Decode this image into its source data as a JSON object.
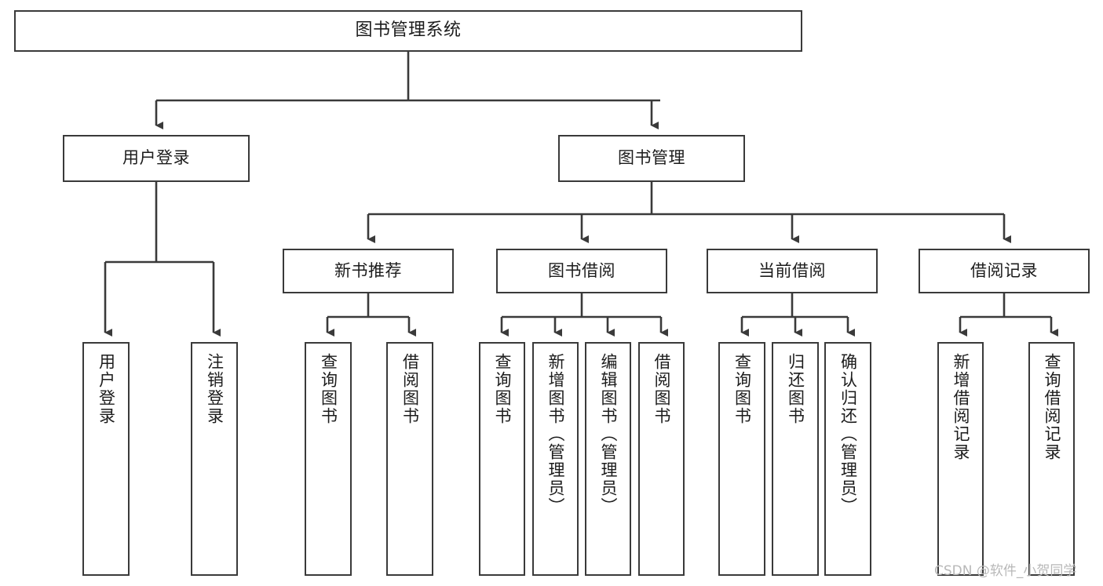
{
  "diagram": {
    "title": "图书管理系统",
    "type": "hierarchy-tree",
    "background_color": "#ffffff",
    "node_border_color": "#3a3a3a",
    "node_fill_color": "#ffffff",
    "edge_color": "#3a3a3a",
    "nodes": {
      "root": {
        "label": "图书管理系统"
      },
      "level2": [
        {
          "id": "user-login",
          "label": "用户登录"
        },
        {
          "id": "book-manage",
          "label": "图书管理"
        }
      ],
      "level3": [
        {
          "id": "new-book-rec",
          "label": "新书推荐"
        },
        {
          "id": "book-borrow",
          "label": "图书借阅"
        },
        {
          "id": "current-borrow",
          "label": "当前借阅"
        },
        {
          "id": "borrow-record",
          "label": "借阅记录"
        }
      ],
      "leaves": {
        "user-login": [
          {
            "id": "leaf-user-login",
            "label": "用户登录"
          },
          {
            "id": "leaf-logout-login",
            "label": "注销登录"
          }
        ],
        "new-book-rec": [
          {
            "id": "leaf-query-book-1",
            "label": "查询图书"
          },
          {
            "id": "leaf-borrow-book-1",
            "label": "借阅图书"
          }
        ],
        "book-borrow": [
          {
            "id": "leaf-query-book-2",
            "label": "查询图书"
          },
          {
            "id": "leaf-add-book",
            "label": "新增图书（管理员）"
          },
          {
            "id": "leaf-edit-book",
            "label": "编辑图书（管理员）"
          },
          {
            "id": "leaf-borrow-book-2",
            "label": "借阅图书"
          }
        ],
        "current-borrow": [
          {
            "id": "leaf-query-book-3",
            "label": "查询图书"
          },
          {
            "id": "leaf-return-book",
            "label": "归还图书"
          },
          {
            "id": "leaf-confirm-return",
            "label": "确认归还（管理员）"
          }
        ],
        "borrow-record": [
          {
            "id": "leaf-add-record",
            "label": "新增借阅记录"
          },
          {
            "id": "leaf-query-record",
            "label": "查询借阅记录"
          }
        ]
      }
    }
  },
  "watermark": {
    "text": "CSDN @软件_小贺同学"
  }
}
